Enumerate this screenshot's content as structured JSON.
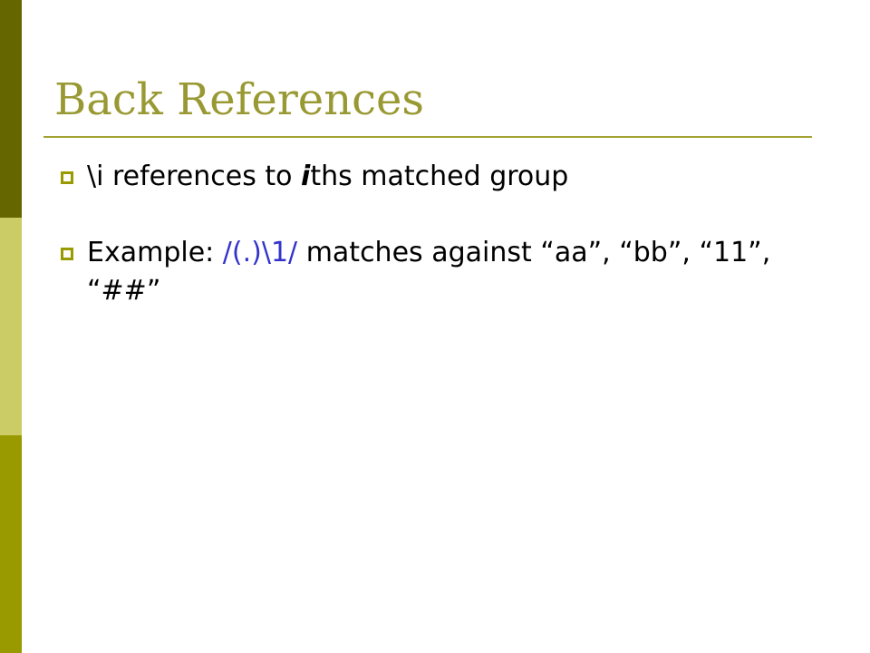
{
  "theme": {
    "title_color": "#999933",
    "bar_colors": [
      "#666600",
      "#cccc66",
      "#999900"
    ],
    "regex_color": "#3333cc"
  },
  "slide": {
    "title": "Back References",
    "bullets": [
      {
        "prefix": "\\i references to ",
        "emphasis": "i",
        "suffix": "ths matched group"
      },
      {
        "prefix": "Example: ",
        "regex": "/(.)\\1/",
        "suffix": " matches against “aa”, “bb”, “11”, “##”"
      }
    ]
  }
}
